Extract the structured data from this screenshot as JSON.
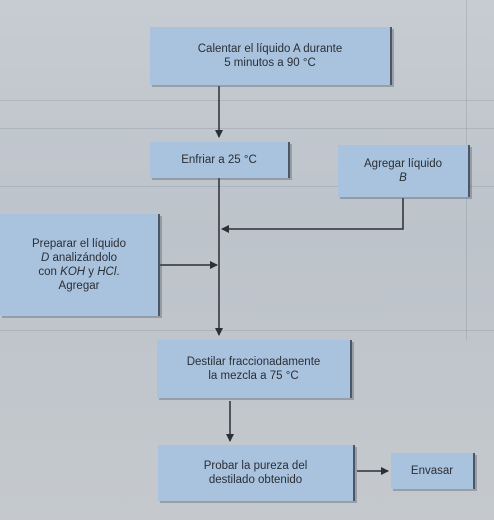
{
  "steps": {
    "heat": {
      "line1": "Calentar el líquido A durante",
      "line2": "5 minutos a 90 °C"
    },
    "cool": {
      "text": "Enfriar a 25 °C"
    },
    "add_b": {
      "line1": "Agregar líquido",
      "line2": "B"
    },
    "prepare_d": {
      "line1": "Preparar el líquido",
      "line2_italic": "D",
      "line2_rest": " analizándolo",
      "line3_pre": "con ",
      "line3_koh": "KOH",
      "line3_mid": " y ",
      "line3_hcl": "HCl",
      "line3_end": ".",
      "line4": "Agregar"
    },
    "distill": {
      "line1": "Destilar fraccionadamente",
      "line2": "la mezcla a 75 °C"
    },
    "test": {
      "line1": "Probar la pureza del",
      "line2": "destilado obtenido"
    },
    "pack": {
      "text": "Envasar"
    }
  },
  "colors": {
    "box_fill": "#a9c2dd",
    "line": "#2b2f36"
  }
}
